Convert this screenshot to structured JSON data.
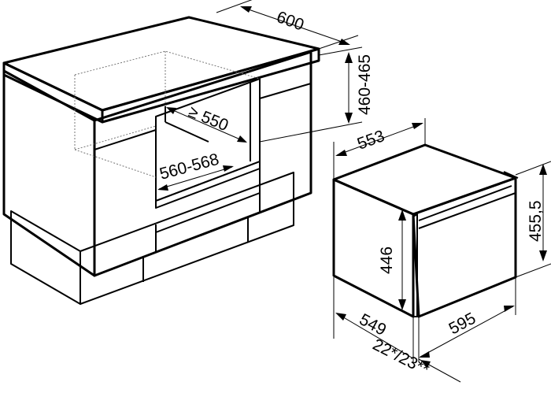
{
  "diagram": {
    "type": "built-in oven installation dimensions",
    "units": "mm",
    "colors": {
      "cabinet_face": "#c9c9c9",
      "cabinet_top": "#d4d4d4",
      "cabinet_side": "#b8b8b8",
      "line": "#000000",
      "background": "#ffffff"
    },
    "cabinet": {
      "depth_label": "600",
      "niche_height_label": "460-465",
      "niche_depth_label": "≥ 550",
      "niche_width_label": "560-568"
    },
    "appliance": {
      "depth_label": "553",
      "total_height_label": "455,5",
      "body_height_label": "446",
      "side_depth_label": "549",
      "front_width_label": "595",
      "front_panel_label": "22*/23**"
    }
  }
}
